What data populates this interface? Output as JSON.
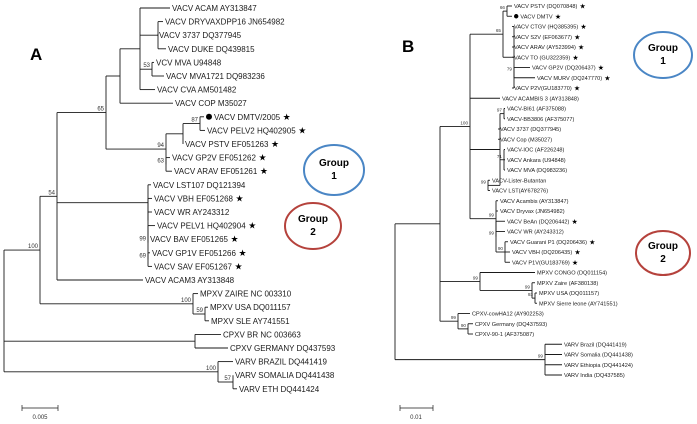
{
  "panel_a": {
    "letter": "A",
    "leaves": [
      "VACV ACAM AY313847",
      "VACV DRYVAXDPP16 JN654982",
      "VACV 3737 DQ377945",
      "VACV DUKE DQ439815",
      "VCV MVA U94848",
      "VACV MVA1721 DQ983236",
      "VACV CVA AM501482",
      "VACV COP M35027",
      "VACV DMTV/2005",
      "VACV PELV2 HQ402905",
      "VACV PSTV EF051263",
      "VACV GP2V EF051262",
      "VACV ARAV EF051261",
      "VACV LST107 DQ121394",
      "VACV VBH EF051268",
      "VACV WR AY243312",
      "VACV PELV1 HQ402904",
      "VACV BAV EF051265",
      "VACV GP1V EF051266",
      "VACV SAV EF051267",
      "VACV ACAM3 AY313848",
      "MPXV ZAIRE NC 003310",
      "MPXV USA DQ011157",
      "MPXV SLE AY741551",
      "CPXV BR NC 003663",
      "CPXV GERMANY DQ437593",
      "VARV BRAZIL DQ441419",
      "VARV SOMALIA DQ441438",
      "VARV ETH DQ441424"
    ],
    "supports": [
      "53",
      "87",
      "94",
      "63",
      "65",
      "54",
      "99",
      "69",
      "100",
      "100",
      "59",
      "100",
      "57"
    ],
    "group1": "Group\n1",
    "group2": "Group\n2",
    "group1_color": "#4a86c5",
    "group2_color": "#b5423c",
    "scale_label": "0.005"
  },
  "panel_b": {
    "letter": "B",
    "leaves": [
      "VACV PSTV (DQ070848)",
      "VACV DMTV",
      "VACV CTGV (HQ385395)",
      "VACV S2V (EF063677)",
      "VACV ARAV (AY523994)",
      "VACV TO (GU322359)",
      "VACV GP2V (DQ206437)",
      "VACV MURV (DQ247770)",
      "VACV P2V(GU183770)",
      "VACV ACAMBIS 3 (AY313848)",
      "VACV-BI61 (AF375088)",
      "VACV-BB3806 (AF375077)",
      "VACV 3737 (DQ377945)",
      "VACV Cop (M35027)",
      "VACV-IOC (AF226248)",
      "VACV Ankara (U94848)",
      "VACV MVA (DQ983236)",
      "VACV-Lister-Butantan",
      "VACV LST(AY678276)",
      "VACV Acambis (AY313847)",
      "VACV Dryvax (JN654982)",
      "VACV BeAn (DQ206442)",
      "VACV WR (AY243312)",
      "VACV Guarani P1 (DQ206436)",
      "VACV VBH (DQ206435)",
      "VACV P1V(GU183769)",
      "MPXV CONGO (DQ011154)",
      "MPXV Zaire (AF380138)",
      "MPXV USA (DQ011157)",
      "MPXV Sierre leone (AY741551)",
      "CPXV-cowHA12 (AY902253)",
      "CPXV Germany (DQ437593)",
      "CPXV-90-1 (AF375087)",
      "VARV Brazil (DQ441419)",
      "VARV Somalia (DQ441438)",
      "VARV Ethiopia (DQ441424)",
      "VARV India (DQ437585)"
    ],
    "supports": [
      "66",
      "65",
      "97",
      "79",
      "99",
      "99",
      "95",
      "71",
      "90",
      "60",
      "99",
      "90",
      "99",
      "99",
      "93",
      "90",
      "99",
      "100",
      "99"
    ],
    "group1": "Group\n1",
    "group2": "Group\n2",
    "group1_color": "#4a86c5",
    "group2_color": "#b5423c",
    "scale_label": "0.01"
  },
  "icons": {
    "star": "asterisk-star-icon",
    "dot": "filled-circle-icon"
  }
}
